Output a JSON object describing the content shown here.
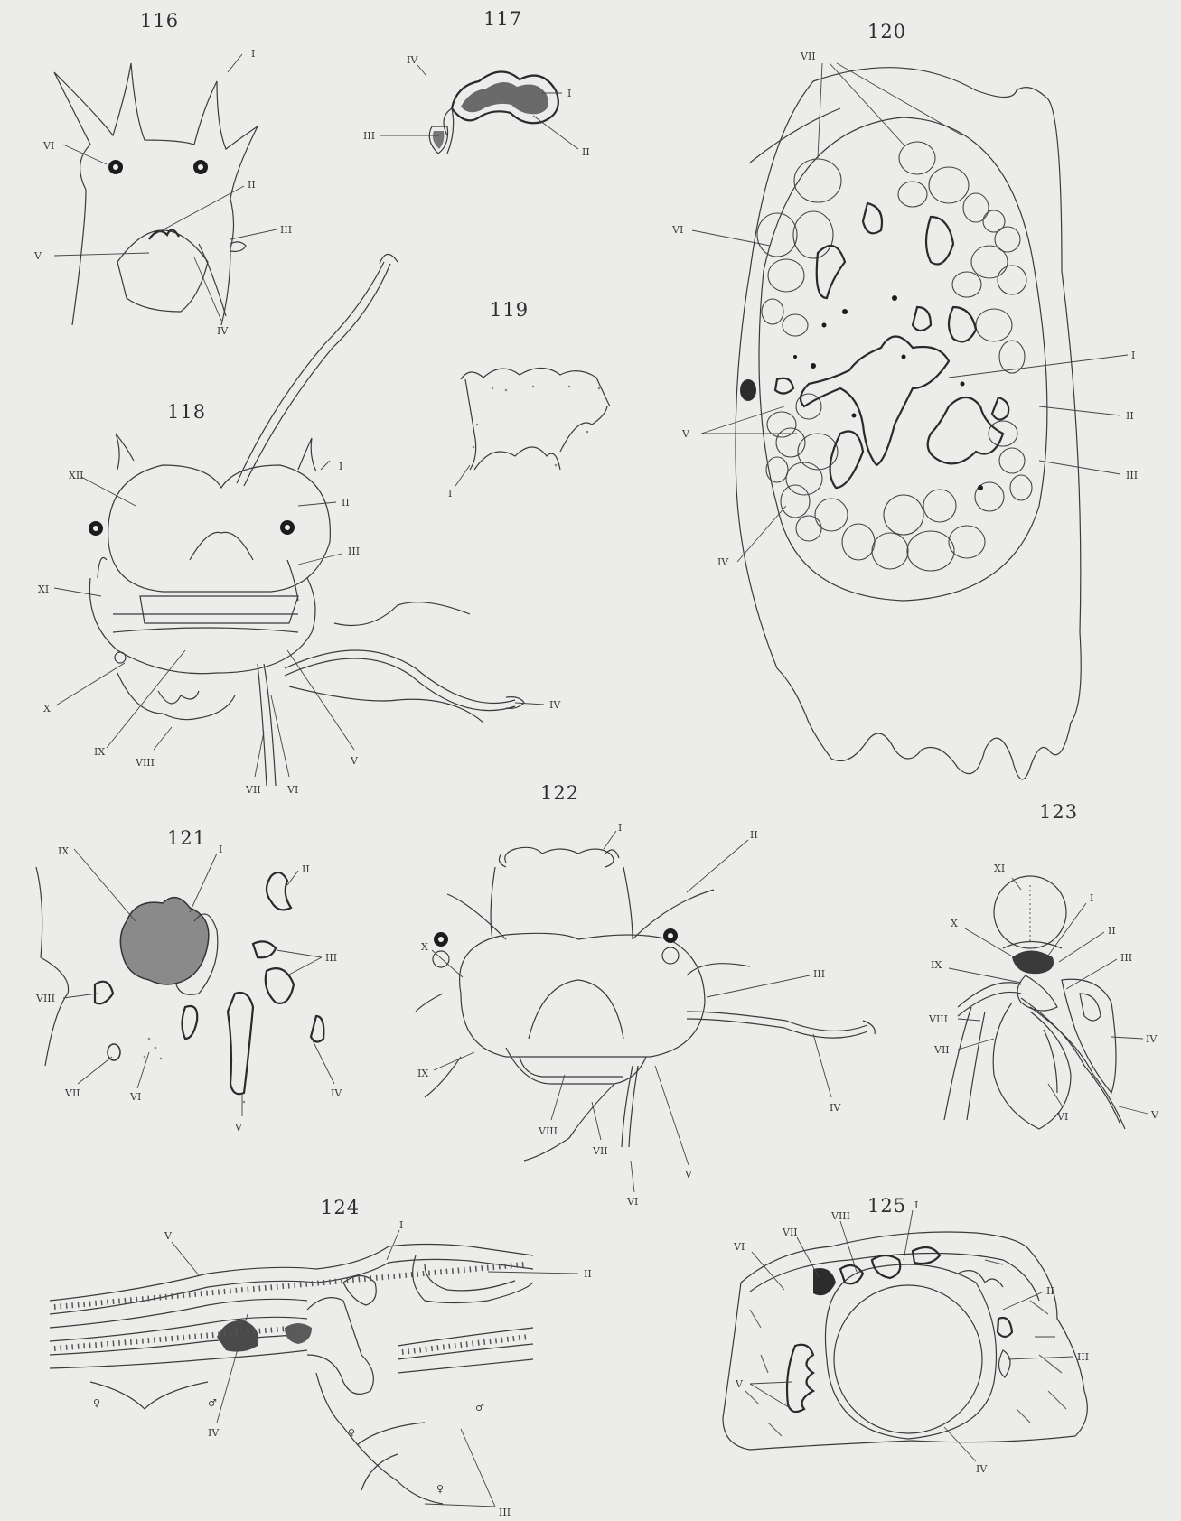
{
  "figures": {
    "f116": {
      "number": "116",
      "labels": [
        "I",
        "VI",
        "II",
        "III",
        "V",
        "IV"
      ]
    },
    "f117": {
      "number": "117",
      "labels": [
        "IV",
        "I",
        "III",
        "II"
      ]
    },
    "f118": {
      "number": "118",
      "labels": [
        "I",
        "XII",
        "II",
        "III",
        "XI",
        "X",
        "IX",
        "VIII",
        "VII",
        "VI",
        "V",
        "IV"
      ]
    },
    "f119": {
      "number": "119",
      "labels": [
        "I"
      ]
    },
    "f120": {
      "number": "120",
      "labels": [
        "VII",
        "VI",
        "I",
        "V",
        "II",
        "III",
        "IV"
      ]
    },
    "f121": {
      "number": "121",
      "labels": [
        "IX",
        "I",
        "II",
        "III",
        "VIII",
        "VII",
        "VI",
        "V",
        "IV"
      ]
    },
    "f122": {
      "number": "122",
      "labels": [
        "I",
        "II",
        "X",
        "III",
        "IX",
        "VIII",
        "VII",
        "VI",
        "V",
        "IV"
      ]
    },
    "f123": {
      "number": "123",
      "labels": [
        "XI",
        "I",
        "X",
        "II",
        "IX",
        "III",
        "VIII",
        "IV",
        "VII",
        "VI",
        "V"
      ]
    },
    "f124": {
      "number": "124",
      "labels": [
        "V",
        "I",
        "II",
        "IV",
        "III"
      ],
      "sex_symbols": [
        "♀",
        "♂",
        "♀",
        "♂",
        "♀"
      ]
    },
    "f125": {
      "number": "125",
      "labels": [
        "VIII",
        "I",
        "VII",
        "VI",
        "II",
        "III",
        "V",
        "IV"
      ]
    }
  }
}
